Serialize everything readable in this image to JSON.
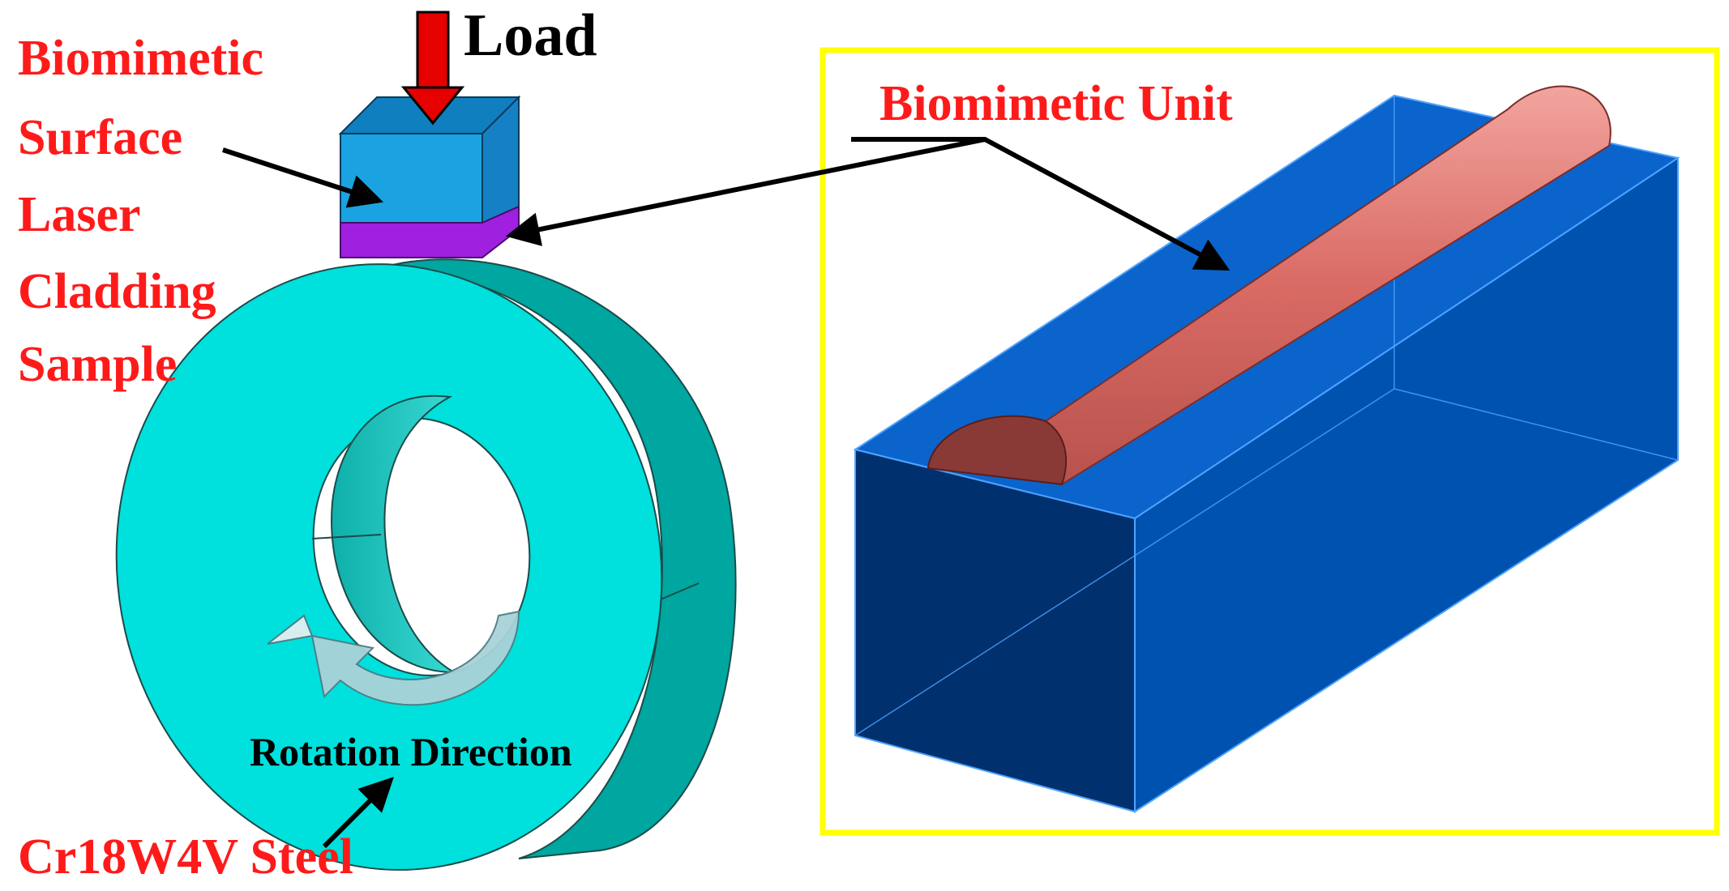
{
  "labels": {
    "load": "Load",
    "sample_lines": [
      "Biomimetic",
      "Surface",
      "Laser",
      "Cladding",
      "Sample"
    ],
    "biomimetic_unit": "Biomimetic Unit",
    "rotation_direction": "Rotation Direction",
    "steel": "Cr18W4V Steel"
  },
  "colors": {
    "label_red": "#ff1a1a",
    "label_black": "#000000",
    "disc_face": "#00e0dc",
    "disc_side": "#00a6a0",
    "disc_bore": "#1ebfb8",
    "sample_block": "#1aa3e0",
    "sample_block_top": "#0f7fbf",
    "sample_coating": "#a020e0",
    "load_arrow": "#e60000",
    "unit_block_front": "#00306e",
    "unit_block_side": "#0052b0",
    "unit_block_top": "#0a64cc",
    "unit_cylinder": "#d96a64",
    "unit_cylinder_end": "#8a3a36",
    "frame": "#ffff00",
    "rotation_arrow": "#a9d2d8"
  },
  "icons": {
    "load": "down-arrow-icon",
    "rotation": "curved-arrow-icon"
  }
}
